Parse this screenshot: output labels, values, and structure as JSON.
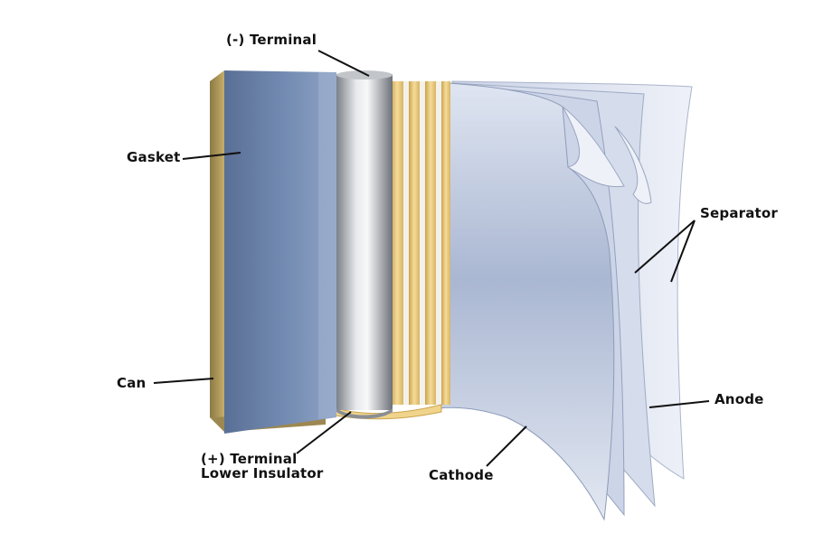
{
  "diagram": {
    "labels": {
      "negative_terminal": "(-) Terminal",
      "gasket": "Gasket",
      "separator": "Separator",
      "can": "Can",
      "anode": "Anode",
      "positive_terminal": "(+) Terminal",
      "lower_insulator": "Lower Insulator",
      "cathode": "Cathode"
    },
    "colors": {
      "gasket_blue": "#6f87ad",
      "can_gold": "#b8a266",
      "terminal_silver": "#d8dbe0",
      "insulator_yellow": "#f1d48c",
      "sheet_blue": "#bcc7de",
      "leader_line": "#111111"
    }
  }
}
